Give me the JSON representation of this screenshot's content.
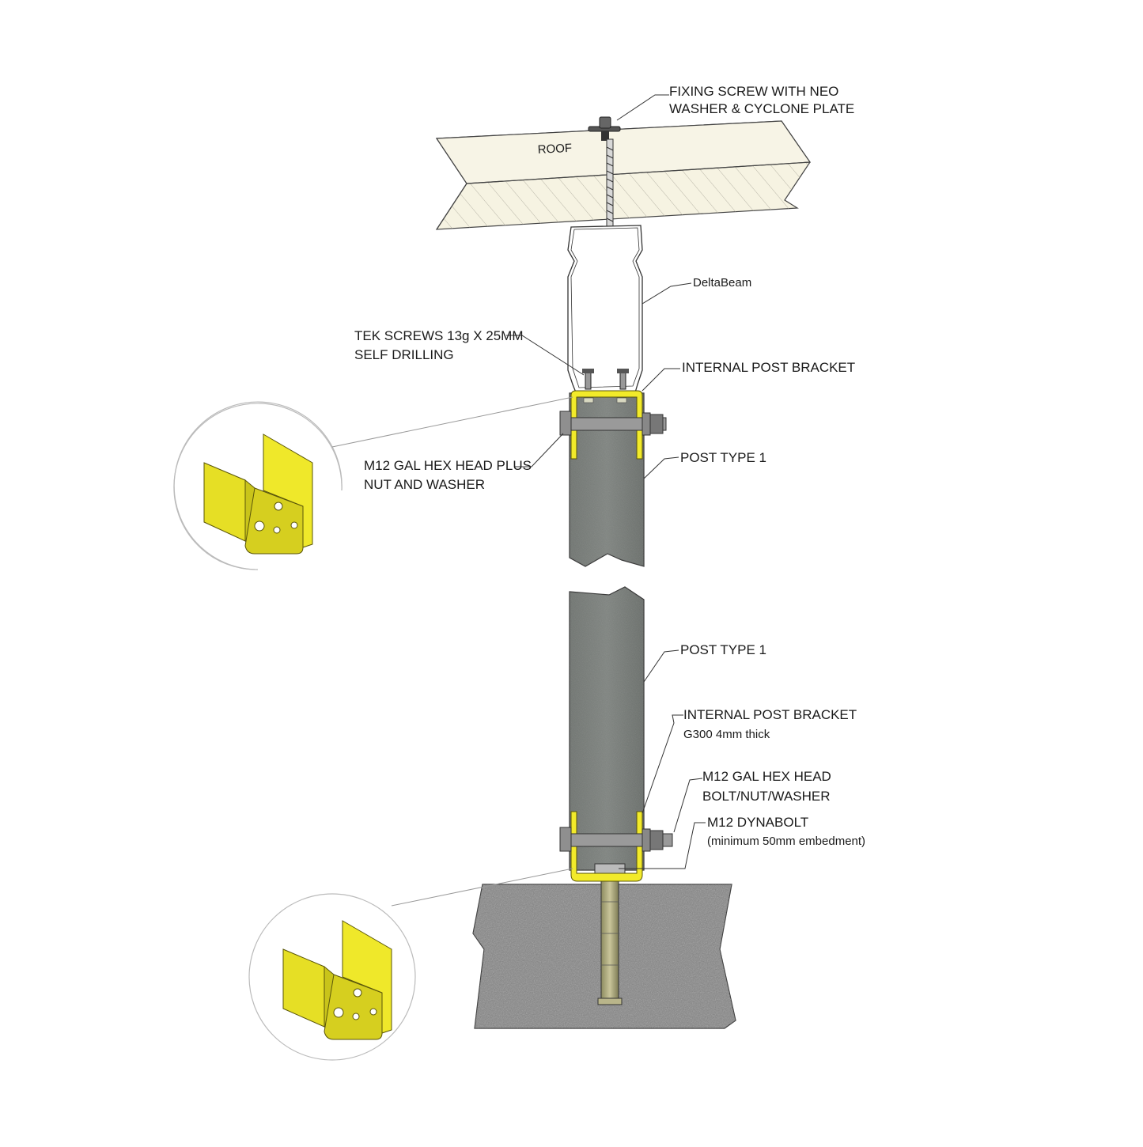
{
  "labels": {
    "fixing_screw": [
      "FIXING SCREW WITH NEO",
      "WASHER & CYCLONE PLATE"
    ],
    "roof": "ROOF",
    "deltabeam": "DeltaBeam",
    "tek_screws": [
      "TEK SCREWS 13g X 25MM",
      "SELF DRILLING"
    ],
    "internal_post_bracket_top": "INTERNAL POST BRACKET",
    "m12_hex_top": [
      "M12 GAL HEX HEAD PLUS",
      "NUT AND WASHER"
    ],
    "post_type_top": "POST TYPE 1",
    "post_type_bottom": "POST TYPE 1",
    "internal_post_bracket_bottom": [
      "INTERNAL POST BRACKET",
      "G300 4mm thick"
    ],
    "m12_hex_bottom": [
      "M12 GAL HEX HEAD",
      "BOLT/NUT/WASHER"
    ],
    "dynabolt": [
      "M12  DYNABOLT",
      "(minimum 50mm embedment)"
    ]
  },
  "colors": {
    "bracket_yellow": "#f2ea2a",
    "bracket_dark": "#8a8410",
    "post_grey": "#6f7470",
    "concrete": "#7d7d7d",
    "roof_fill": "#f6f3e2"
  }
}
